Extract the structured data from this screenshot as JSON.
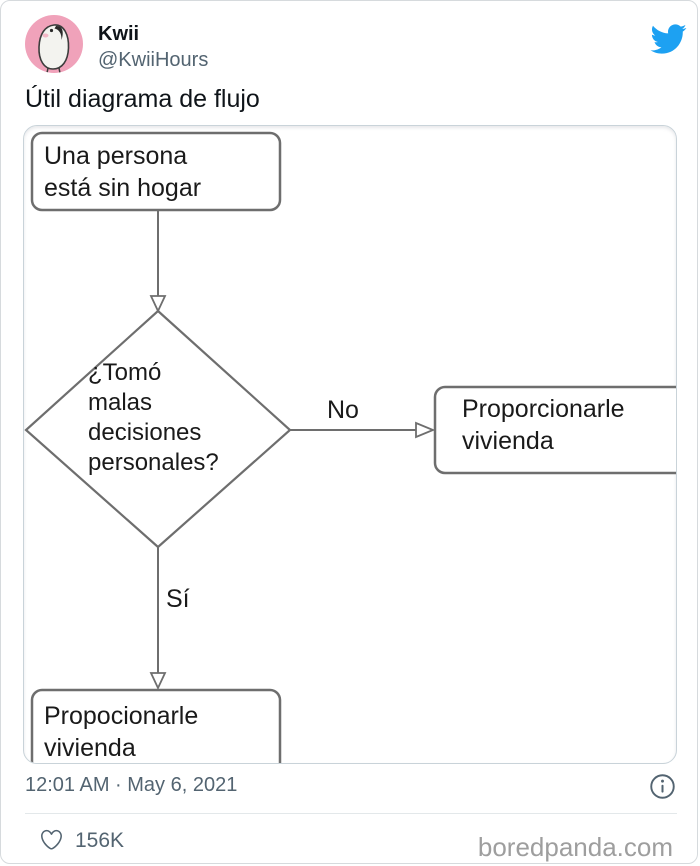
{
  "tweet": {
    "author_name": "Kwii",
    "author_handle": "@KwiiHours",
    "body_text": "Útil diagrama de flujo",
    "timestamp": "12:01 AM · May 6, 2021",
    "like_count": "156K",
    "source": "boredpanda.com"
  },
  "flowchart": {
    "start_lines": [
      "Una persona",
      "está sin hogar"
    ],
    "decision_lines": [
      "¿Tomó",
      "malas",
      "decisiones",
      "personales?"
    ],
    "no_label": "No",
    "yes_label": "Sí",
    "no_result_lines": [
      "Proporcionarle",
      "vivienda"
    ],
    "yes_result_lines": [
      "Propocionarle",
      "vivienda"
    ]
  },
  "colors": {
    "twitter_blue": "#1da1f2",
    "avatar_pink": "#f0a2ba",
    "muted_gray": "#536471",
    "source_gray": "#9e9e9e",
    "flow_line_gray": "#6e6e6e"
  }
}
